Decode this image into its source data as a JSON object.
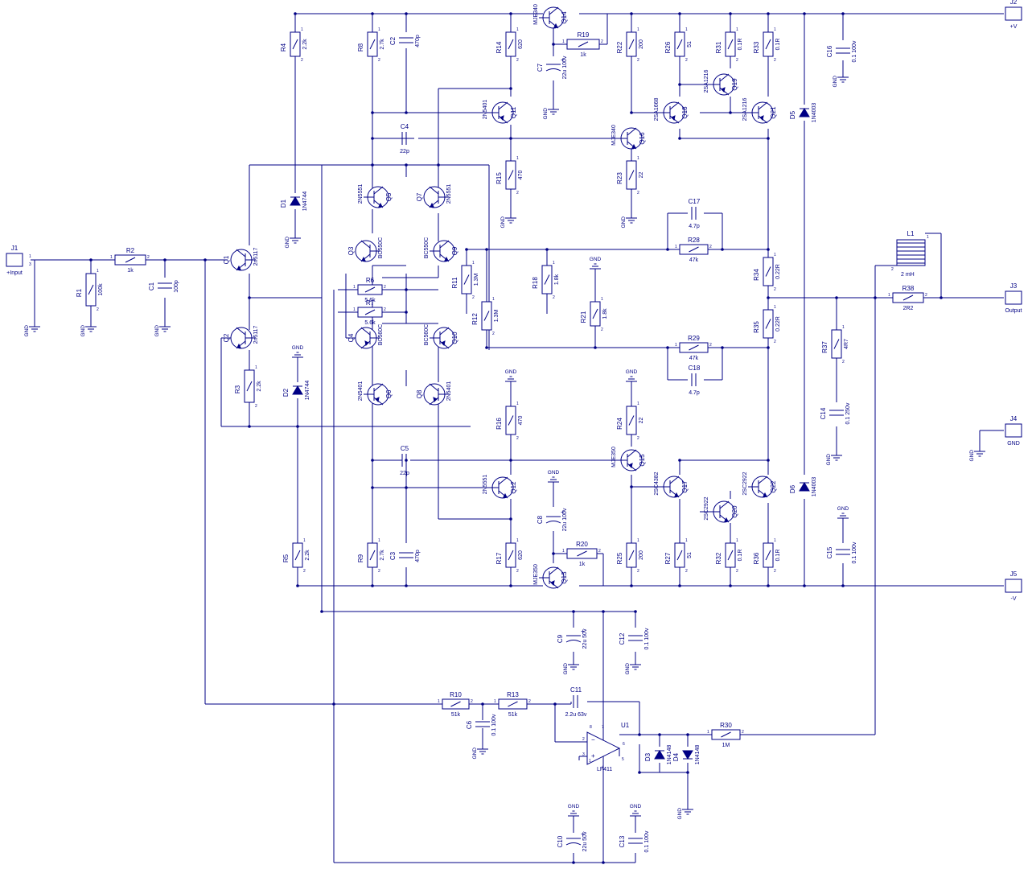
{
  "labels": {
    "gnd": "GND",
    "pin1": "1",
    "pin2": "2",
    "pin3": "3"
  },
  "connectors": [
    {
      "ref": "J1",
      "label": "+Input"
    },
    {
      "ref": "J2",
      "label": "+V"
    },
    {
      "ref": "J3",
      "label": "Output"
    },
    {
      "ref": "J4",
      "label": "GND"
    },
    {
      "ref": "J5",
      "label": "-V"
    }
  ],
  "resistors": [
    {
      "ref": "R1",
      "value": "100k"
    },
    {
      "ref": "R2",
      "value": "1k"
    },
    {
      "ref": "R3",
      "value": "2.2k"
    },
    {
      "ref": "R4",
      "value": "2.2k"
    },
    {
      "ref": "R5",
      "value": "2.2k"
    },
    {
      "ref": "R6",
      "value": "5.6k"
    },
    {
      "ref": "R7",
      "value": "5.6k"
    },
    {
      "ref": "R8",
      "value": "2.7k"
    },
    {
      "ref": "R9",
      "value": "2.7k"
    },
    {
      "ref": "R10",
      "value": "51k"
    },
    {
      "ref": "R11",
      "value": "1.3M"
    },
    {
      "ref": "R12",
      "value": "1.3M"
    },
    {
      "ref": "R13",
      "value": "51k"
    },
    {
      "ref": "R14",
      "value": "620"
    },
    {
      "ref": "R15",
      "value": "470"
    },
    {
      "ref": "R16",
      "value": "470"
    },
    {
      "ref": "R17",
      "value": "620"
    },
    {
      "ref": "R18",
      "value": "1.8k"
    },
    {
      "ref": "R19",
      "value": "1k"
    },
    {
      "ref": "R20",
      "value": "1k"
    },
    {
      "ref": "R21",
      "value": "1.8k"
    },
    {
      "ref": "R22",
      "value": "200"
    },
    {
      "ref": "R23",
      "value": "22"
    },
    {
      "ref": "R24",
      "value": "22"
    },
    {
      "ref": "R25",
      "value": "200"
    },
    {
      "ref": "R26",
      "value": "51"
    },
    {
      "ref": "R27",
      "value": "51"
    },
    {
      "ref": "R28",
      "value": "47k"
    },
    {
      "ref": "R29",
      "value": "47k"
    },
    {
      "ref": "R30",
      "value": "1M"
    },
    {
      "ref": "R31",
      "value": "0.1R"
    },
    {
      "ref": "R32",
      "value": "0.1R"
    },
    {
      "ref": "R33",
      "value": "0.1R"
    },
    {
      "ref": "R34",
      "value": "0.22R"
    },
    {
      "ref": "R35",
      "value": "0.22R"
    },
    {
      "ref": "R36",
      "value": "0.1R"
    },
    {
      "ref": "R37",
      "value": "4R7"
    },
    {
      "ref": "R38",
      "value": "2R2"
    }
  ],
  "capacitors": [
    {
      "ref": "C1",
      "value": "100p"
    },
    {
      "ref": "C2",
      "value": "470p"
    },
    {
      "ref": "C3",
      "value": "470p"
    },
    {
      "ref": "C4",
      "value": "22p"
    },
    {
      "ref": "C5",
      "value": "22p"
    },
    {
      "ref": "C6",
      "value": "0.1 100v"
    },
    {
      "ref": "C7",
      "value": "22u 100v"
    },
    {
      "ref": "C8",
      "value": "22u 100v"
    },
    {
      "ref": "C9",
      "value": "22u 50v"
    },
    {
      "ref": "C10",
      "value": "22u 50v"
    },
    {
      "ref": "C11",
      "value": "2.2u 63v"
    },
    {
      "ref": "C12",
      "value": "0.1 100v"
    },
    {
      "ref": "C13",
      "value": "0.1 100v"
    },
    {
      "ref": "C14",
      "value": "0.1 250v"
    },
    {
      "ref": "C15",
      "value": "0.1 100v"
    },
    {
      "ref": "C16",
      "value": "0.1 100v"
    },
    {
      "ref": "C17",
      "value": "4.7p"
    },
    {
      "ref": "C18",
      "value": "4.7p"
    }
  ],
  "transistors": [
    {
      "ref": "Q1",
      "type": "2n5117"
    },
    {
      "ref": "Q2",
      "type": "2n5117"
    },
    {
      "ref": "Q3",
      "type": "BC550C"
    },
    {
      "ref": "Q4",
      "type": "BC560C"
    },
    {
      "ref": "Q5",
      "type": "2N5551"
    },
    {
      "ref": "Q6",
      "type": "2N5401"
    },
    {
      "ref": "Q7",
      "type": "2N5551"
    },
    {
      "ref": "Q8",
      "type": "2N5401"
    },
    {
      "ref": "Q9",
      "type": "BC550C"
    },
    {
      "ref": "Q10",
      "type": "BC560C"
    },
    {
      "ref": "Q11",
      "type": "2N5401"
    },
    {
      "ref": "Q12",
      "type": "2N5551"
    },
    {
      "ref": "Q13",
      "type": "MJE350"
    },
    {
      "ref": "Q14",
      "type": "MJE340"
    },
    {
      "ref": "Q15",
      "type": "MJE350"
    },
    {
      "ref": "Q16",
      "type": "MJE340"
    },
    {
      "ref": "Q17",
      "type": "2SC4382"
    },
    {
      "ref": "Q18",
      "type": "2SA1668"
    },
    {
      "ref": "Q19",
      "type": "2SA1216"
    },
    {
      "ref": "Q20",
      "type": "2SC2922"
    },
    {
      "ref": "Q21",
      "type": "2SA1216"
    },
    {
      "ref": "Q22",
      "type": "2SC2922"
    }
  ],
  "diodes": [
    {
      "ref": "D1",
      "value": "1N4744"
    },
    {
      "ref": "D2",
      "value": "1N4744"
    },
    {
      "ref": "D3",
      "value": "1N4148"
    },
    {
      "ref": "D4",
      "value": "1N4148"
    },
    {
      "ref": "D5",
      "value": "1N4003"
    },
    {
      "ref": "D6",
      "value": "1N4003"
    }
  ],
  "inductor": {
    "ref": "L1",
    "value": "2 mH"
  },
  "opamp": {
    "ref": "U1",
    "value": "LF411"
  }
}
